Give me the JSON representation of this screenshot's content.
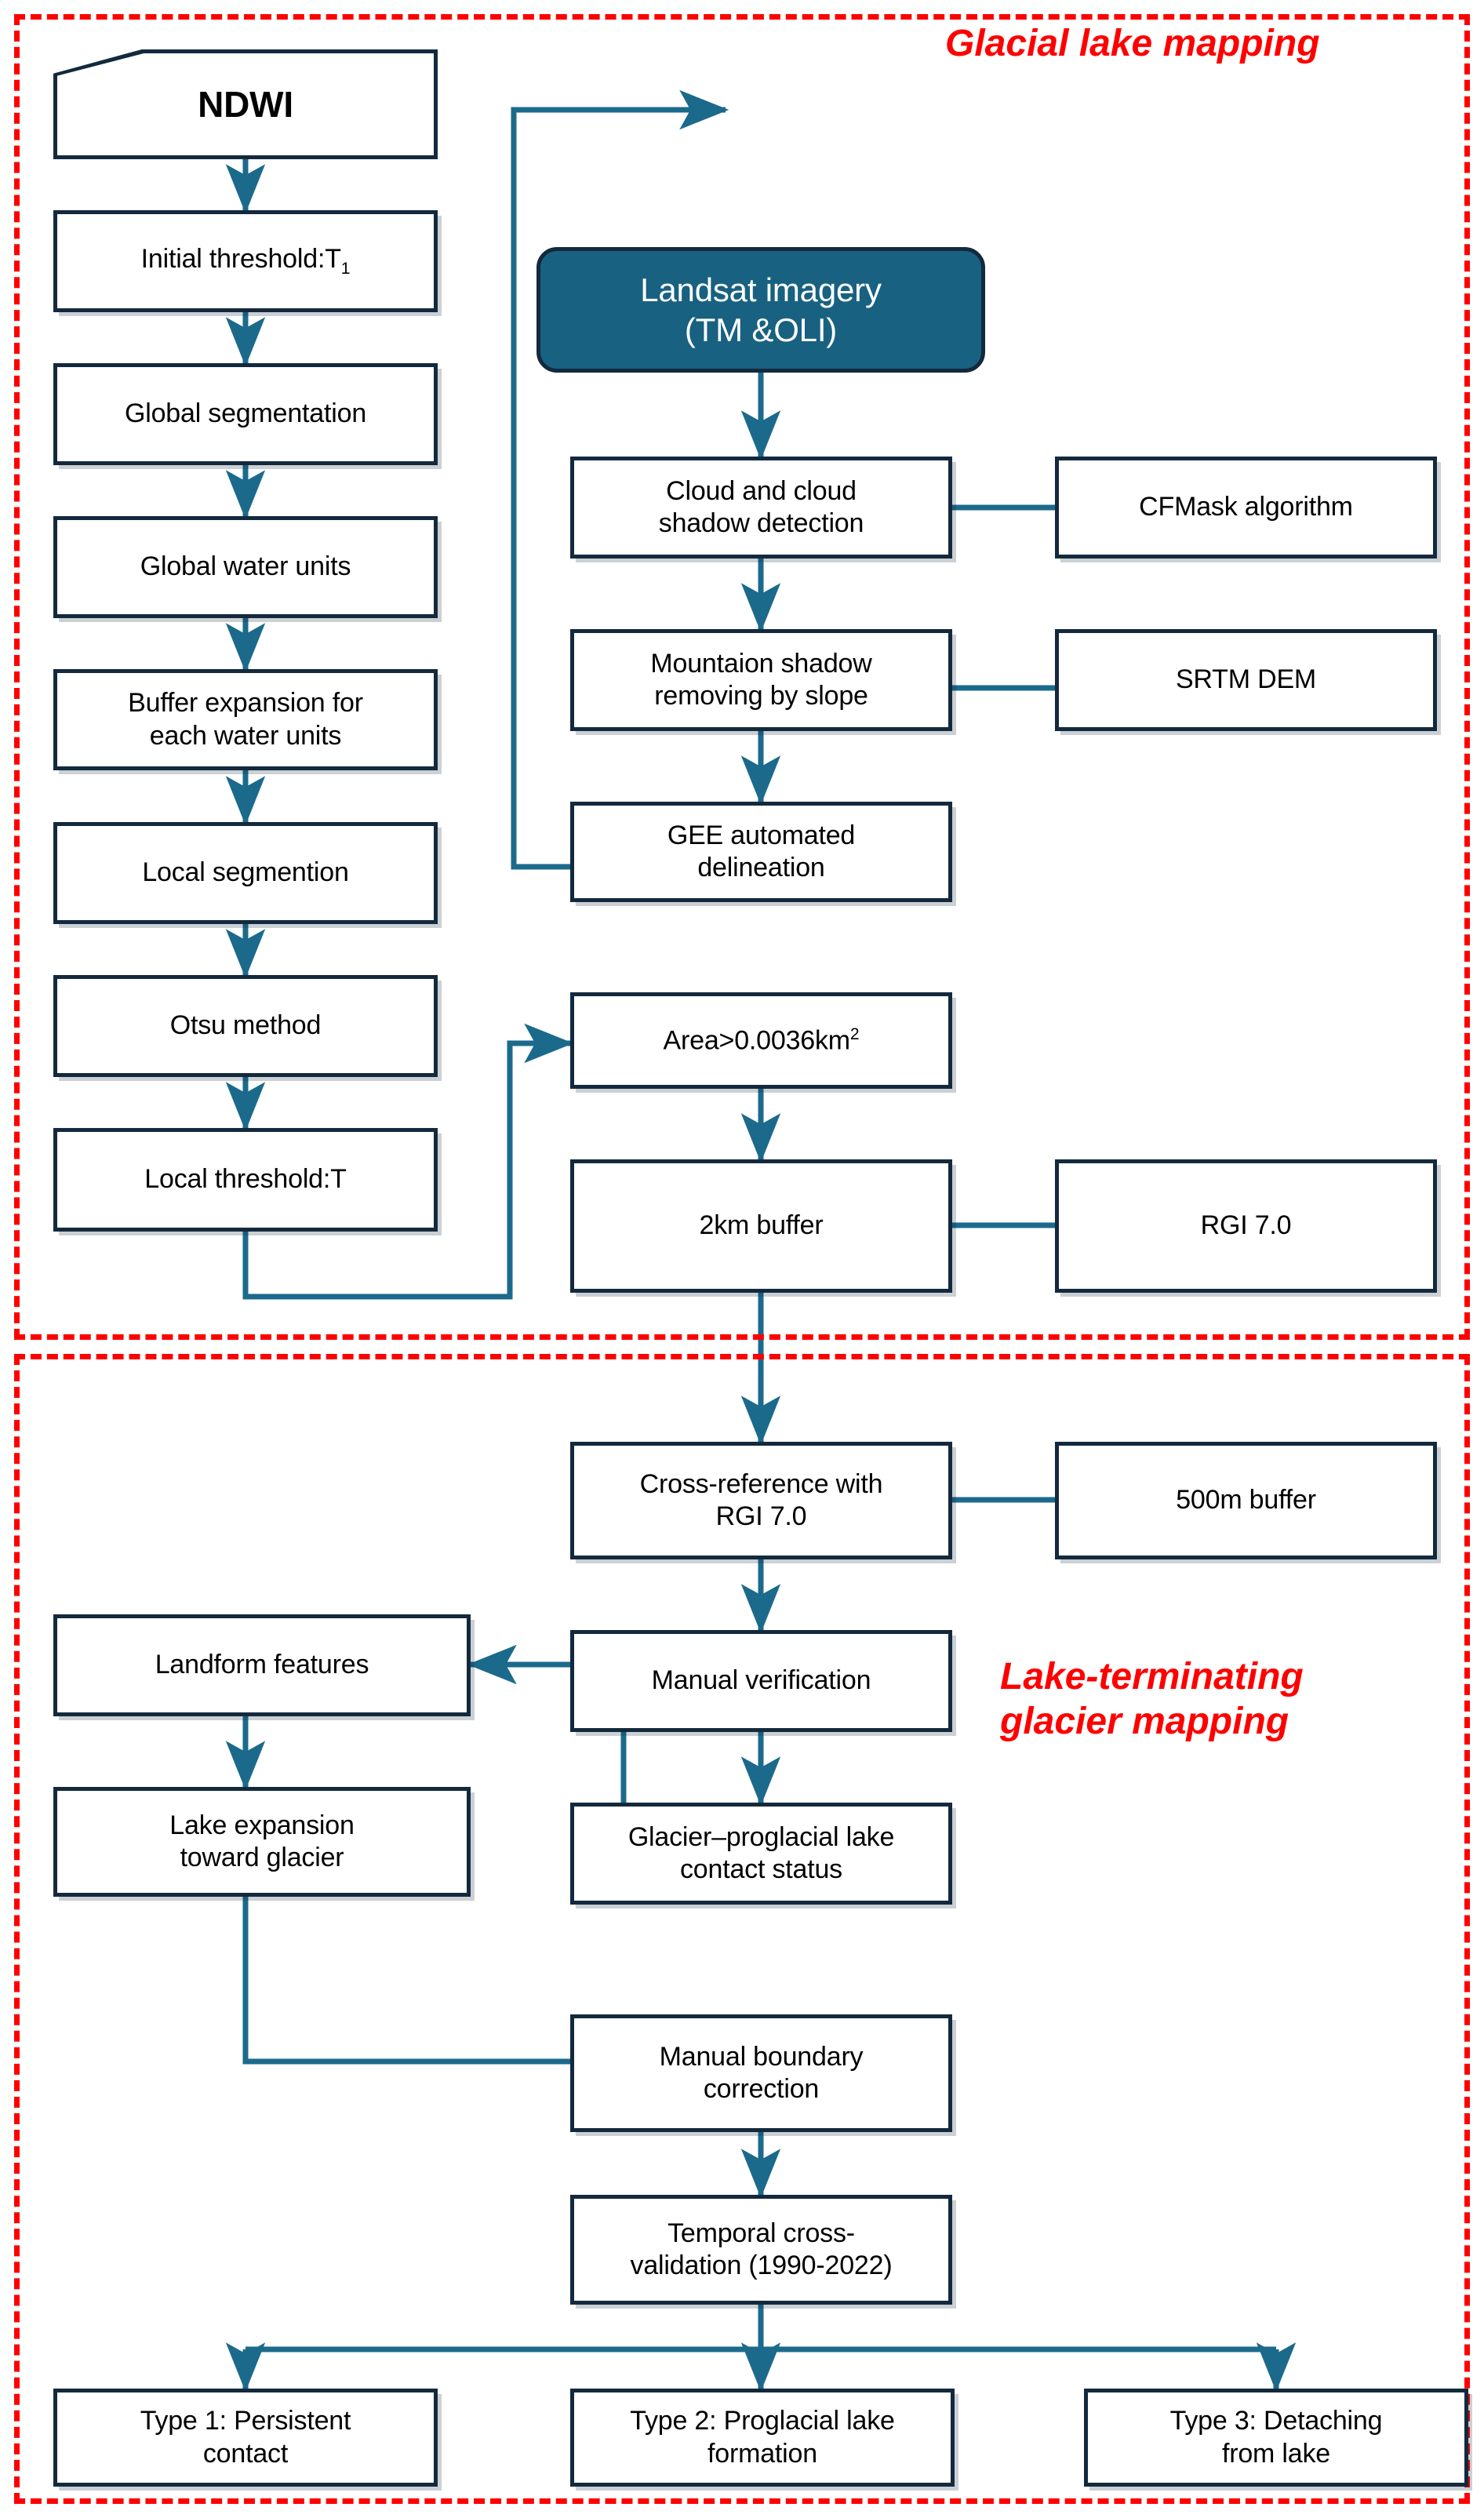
{
  "figure": {
    "kind": "flowchart",
    "title_absent": true
  },
  "colors": {
    "box_border": "#13293d",
    "box_fill": "#ffffff",
    "source_fill": "#186181",
    "arrow": "#1b6a8c",
    "panel_border": "#ff0000",
    "panel_title": "#ff0000",
    "text": "#000000"
  },
  "sections": [
    {
      "id": "glacial-lake-mapping",
      "title": "Glacial lake mapping"
    },
    {
      "id": "lake-terminating-glacier-mapping",
      "title": "Lake-terminating\nglacier mapping"
    }
  ],
  "nodes": {
    "ndwi": "NDWI",
    "initial_threshold": "Initial threshold:T",
    "initial_threshold_sub": "1",
    "global_segmentation": "Global segmentation",
    "global_water_units": "Global water units",
    "buffer_expansion": "Buffer expansion for\neach water units",
    "local_segmention": "Local segmention",
    "otsu_method": "Otsu method",
    "local_threshold": "Local threshold:T",
    "landsat_imagery": "Landsat imagery\n(TM &OLI)",
    "cloud_detection": "Cloud and cloud\nshadow detection",
    "cfmask": "CFMask algorithm",
    "mountain_shadow": "Mountaion shadow\nremoving by slope",
    "srtm_dem": "SRTM DEM",
    "gee_delineation": "GEE automated\ndelineation",
    "area_threshold_pre": "Area>0.0036km",
    "area_threshold_sup": "2",
    "buffer_2km": "2km buffer",
    "rgi_70": "RGI 7.0",
    "cross_reference": "Cross-reference with\nRGI 7.0",
    "buffer_500m": "500m buffer",
    "manual_verification": "Manual verification",
    "landform_features": "Landform features",
    "lake_expansion": "Lake expansion\ntoward glacier",
    "contact_status": "Glacier–proglacial lake\ncontact status",
    "manual_boundary": "Manual boundary\ncorrection",
    "temporal_validation": "Temporal cross-\nvalidation (1990-2022)",
    "type1": "Type 1: Persistent\ncontact",
    "type2": "Type 2: Proglacial lake\nformation",
    "type3": "Type 3: Detaching\nfrom lake"
  },
  "flow_edges": [
    {
      "from": "ndwi",
      "to": "initial_threshold"
    },
    {
      "from": "initial_threshold",
      "to": "global_segmentation"
    },
    {
      "from": "global_segmentation",
      "to": "global_water_units"
    },
    {
      "from": "global_water_units",
      "to": "buffer_expansion"
    },
    {
      "from": "buffer_expansion",
      "to": "local_segmention"
    },
    {
      "from": "local_segmention",
      "to": "otsu_method"
    },
    {
      "from": "otsu_method",
      "to": "local_threshold"
    },
    {
      "from": "local_threshold",
      "to": "area_threshold"
    },
    {
      "from": "landsat_imagery",
      "to": "cloud_detection"
    },
    {
      "from": "cfmask",
      "to": "cloud_detection"
    },
    {
      "from": "cloud_detection",
      "to": "mountain_shadow"
    },
    {
      "from": "srtm_dem",
      "to": "mountain_shadow"
    },
    {
      "from": "mountain_shadow",
      "to": "gee_delineation"
    },
    {
      "from": "gee_delineation",
      "to": "ndwi"
    },
    {
      "from": "area_threshold",
      "to": "buffer_2km"
    },
    {
      "from": "rgi_70",
      "to": "buffer_2km"
    },
    {
      "from": "buffer_2km",
      "to": "cross_reference"
    },
    {
      "from": "buffer_500m",
      "to": "cross_reference"
    },
    {
      "from": "cross_reference",
      "to": "manual_verification"
    },
    {
      "from": "manual_verification",
      "to": "contact_status"
    },
    {
      "from": "contact_status",
      "to": "landform_features"
    },
    {
      "from": "landform_features",
      "to": "lake_expansion"
    },
    {
      "from": "lake_expansion",
      "to": "manual_boundary"
    },
    {
      "from": "manual_boundary",
      "to": "temporal_validation"
    },
    {
      "from": "temporal_validation",
      "to": "type1"
    },
    {
      "from": "temporal_validation",
      "to": "type2"
    },
    {
      "from": "temporal_validation",
      "to": "type3"
    }
  ]
}
